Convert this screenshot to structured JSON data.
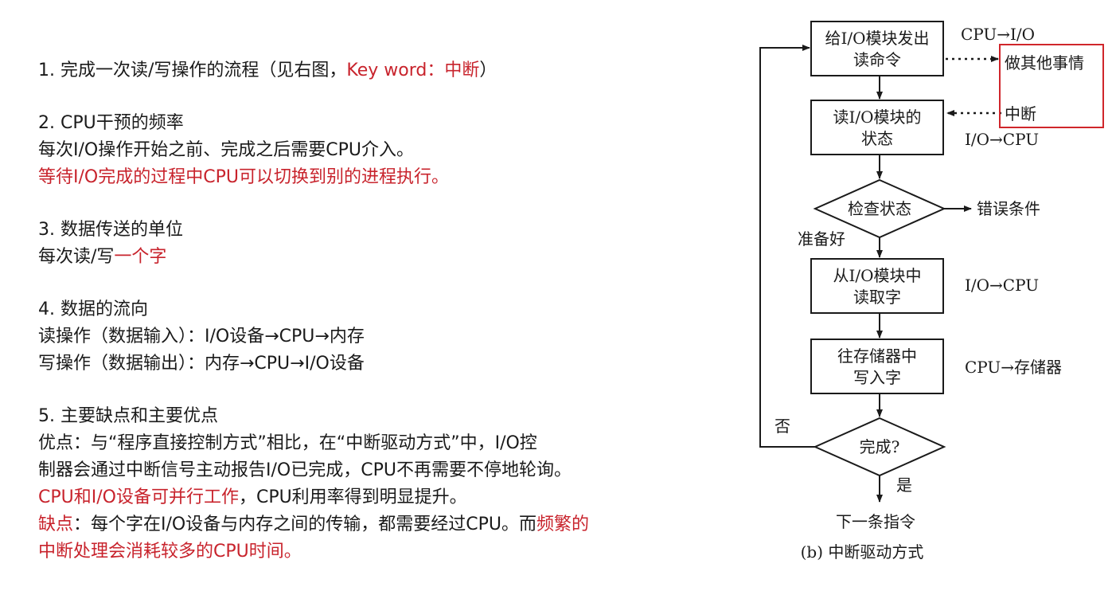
{
  "left": {
    "s1": {
      "prefix": "1. 完成一次读/写操作的流程（见右图，",
      "red": "Key word：中断",
      "suffix": "）"
    },
    "s2": {
      "title": "2. CPU干预的频率",
      "line1": "每次I/O操作开始之前、完成之后需要CPU介入。",
      "line2": "等待I/O完成的过程中CPU可以切换到别的进程执行。"
    },
    "s3": {
      "title": "3. 数据传送的单位",
      "prefix": "每次读/写",
      "red": "一个字"
    },
    "s4": {
      "title": "4. 数据的流向",
      "read": "读操作（数据输入）：I/O设备→CPU→内存",
      "write": "写操作（数据输出）：内存→CPU→I/O设备"
    },
    "s5": {
      "title": "5. 主要缺点和主要优点",
      "adv1": "优点：与“程序直接控制方式”相比，在“中断驱动方式”中，I/O控",
      "adv2": "制器会通过中断信号主动报告I/O已完成，CPU不再需要不停地轮询。",
      "adv3_red": "CPU和I/O设备可并行工作",
      "adv3_rest": "，CPU利用率得到明显提升。",
      "dis1_label": "缺点",
      "dis1_text": "：每个字在I/O设备与内存之间的传输，都需要经过CPU。而",
      "dis1_red": "频繁的",
      "dis2_red": "中断处理会消耗较多的CPU时间。"
    }
  },
  "flow": {
    "box1": [
      "给I/O模块发出",
      "读命令"
    ],
    "box2": [
      "读I/O模块的",
      "状态"
    ],
    "diamond1": "检查状态",
    "box3": [
      "从I/O模块中",
      "读取字"
    ],
    "box4": [
      "往存储器中",
      "写入字"
    ],
    "diamond2": "完成?",
    "ready": "准备好",
    "no": "否",
    "yes": "是",
    "next": "下一条指令",
    "error": "错误条件",
    "note1": "CPU→I/O",
    "note2": "I/O→CPU",
    "note3": "I/O→CPU",
    "note4": "CPU→存储器",
    "other": "做其他事情",
    "interrupt": "中断",
    "caption": "(b) 中断驱动方式",
    "highlight_color": "#d0262b"
  }
}
